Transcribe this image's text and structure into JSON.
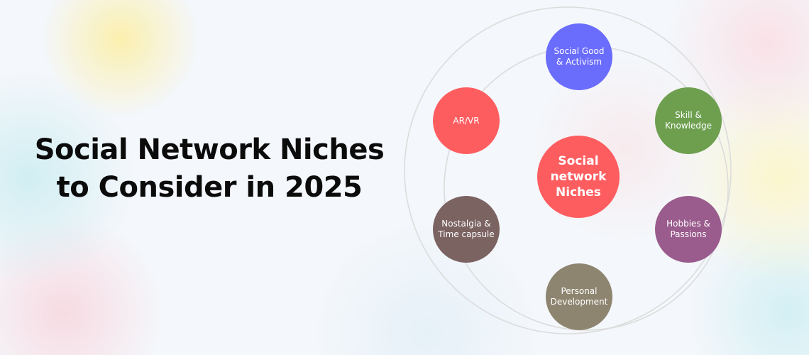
{
  "title": "Social Network Niches to Consider in 2025",
  "center": {
    "label": "Social network Niches",
    "color": "#fe5d60"
  },
  "niches": [
    {
      "label": "Social Good & Activism",
      "color": "#6a6cfb"
    },
    {
      "label": "Skill & Knowledge",
      "color": "#6d9f4f"
    },
    {
      "label": "Hobbies & Passions",
      "color": "#9a5b8d"
    },
    {
      "label": "Personal Development",
      "color": "#8e8570"
    },
    {
      "label": "Nostalgia & Time capsule",
      "color": "#7b6362"
    },
    {
      "label": "AR/VR",
      "color": "#fe5d60"
    }
  ],
  "ring_color": "#dcdcdc"
}
